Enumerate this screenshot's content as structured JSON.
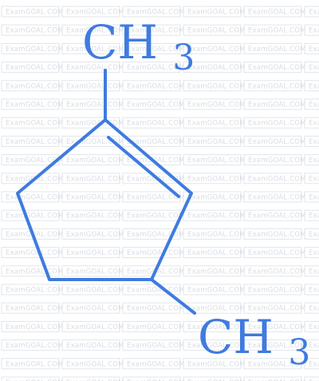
{
  "watermark": {
    "text": "ExamGOAL.COM"
  },
  "molecule": {
    "top_group": {
      "main": "CH",
      "subscript": "3"
    },
    "bottom_group": {
      "main": "CH",
      "subscript": "3"
    },
    "bond_color": "#3f7be0",
    "text_color": "#3f7be0"
  }
}
